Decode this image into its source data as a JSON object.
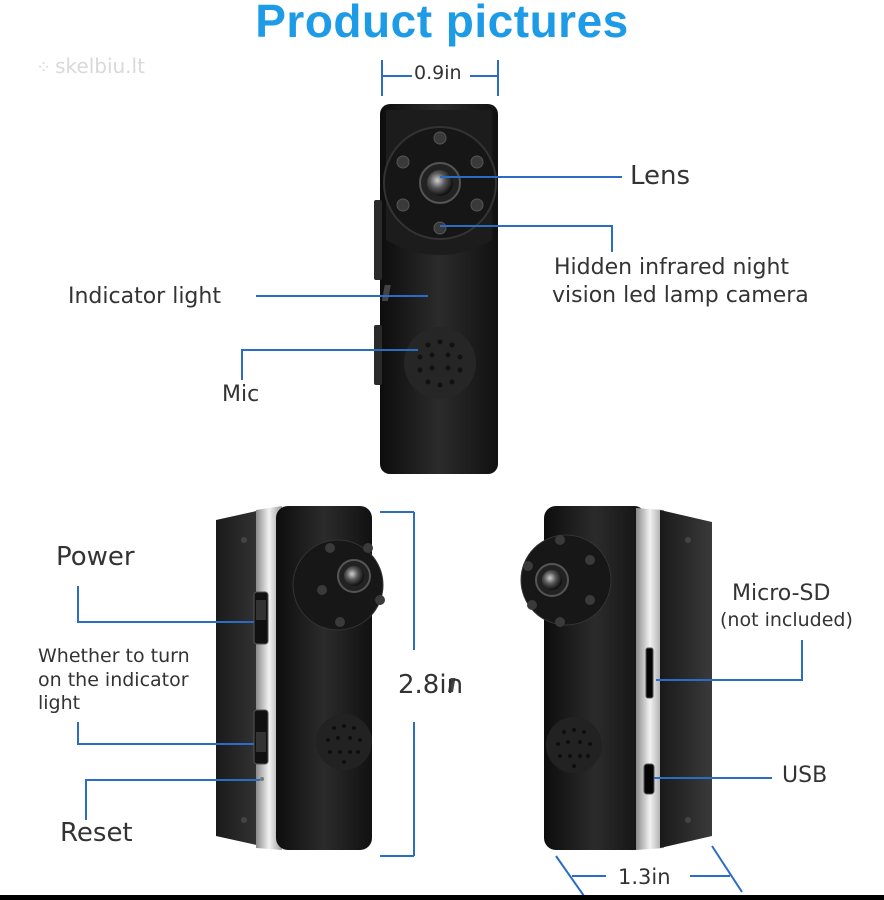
{
  "title": "Product pictures",
  "watermark": {
    "text": "skelbiu.lt",
    "icon": "dots-icon"
  },
  "dimensions": {
    "width": "0.9in",
    "height": "2.8in",
    "depth": "1.3in"
  },
  "labels": {
    "lens": "Lens",
    "infrared_line1": "Hidden infrared night",
    "infrared_line2": "vision led lamp camera",
    "indicator": "Indicator light",
    "mic": "Mic",
    "power": "Power",
    "toggle_line1": "Whether to turn",
    "toggle_line2": "on the indicator",
    "toggle_line3": "light",
    "reset": "Reset",
    "microsd": "Micro-SD",
    "not_included": "(not included)",
    "usb": "USB"
  },
  "colors": {
    "title": "#1e9be6",
    "leader": "#2b6cc4",
    "dim_line": "#2b6cc4",
    "body": "#1a1a1a"
  }
}
